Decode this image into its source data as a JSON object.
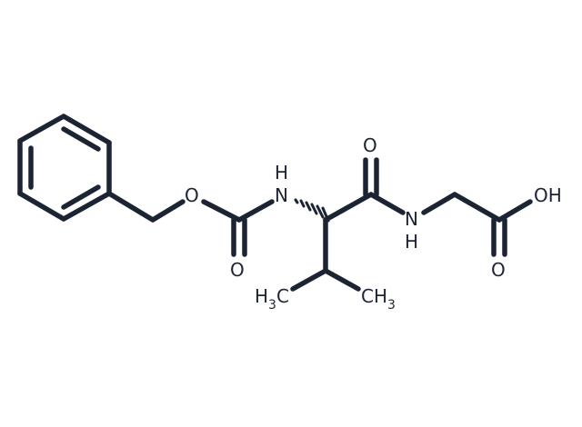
{
  "molecule": {
    "atom_labels": {
      "ether_o": "O",
      "carbamate_o": "O",
      "carbamate_nh_h": "H",
      "carbamate_nh_n": "N",
      "amide_o": "O",
      "amide_nh_n": "N",
      "amide_nh_h": "H",
      "acid_oh": "OH",
      "acid_o": "O",
      "methyl_left_h": "H",
      "methyl_left_3": "3",
      "methyl_left_c": "C",
      "methyl_right_ch": "CH",
      "methyl_right_3": "3"
    },
    "colors": {
      "ink": "#1c2434",
      "background": "#ffffff"
    }
  }
}
